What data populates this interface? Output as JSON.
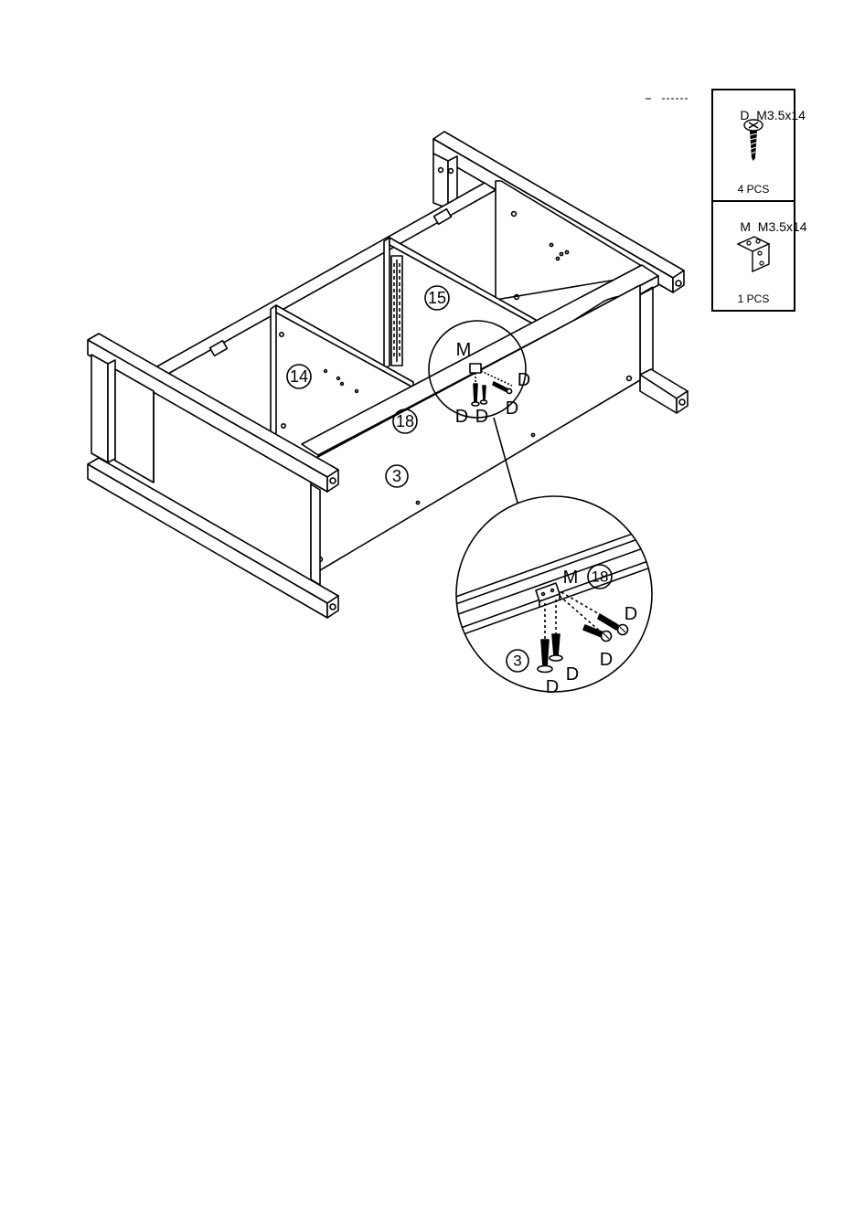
{
  "parts": [
    {
      "code": "D",
      "spec": "M3.5x14",
      "qty": "4 PCS",
      "icon": "screw-icon"
    },
    {
      "code": "M",
      "spec": "M3.5x14",
      "qty": "1 PCS",
      "icon": "corner-bracket-icon"
    }
  ],
  "callouts": {
    "panel_14": "14",
    "panel_15": "15",
    "panel_18": "18",
    "panel_3": "3",
    "bracket": "M",
    "screw": "D"
  },
  "detail": {
    "bracket": "M",
    "rail": "18",
    "panel": "3",
    "screw": "D"
  }
}
